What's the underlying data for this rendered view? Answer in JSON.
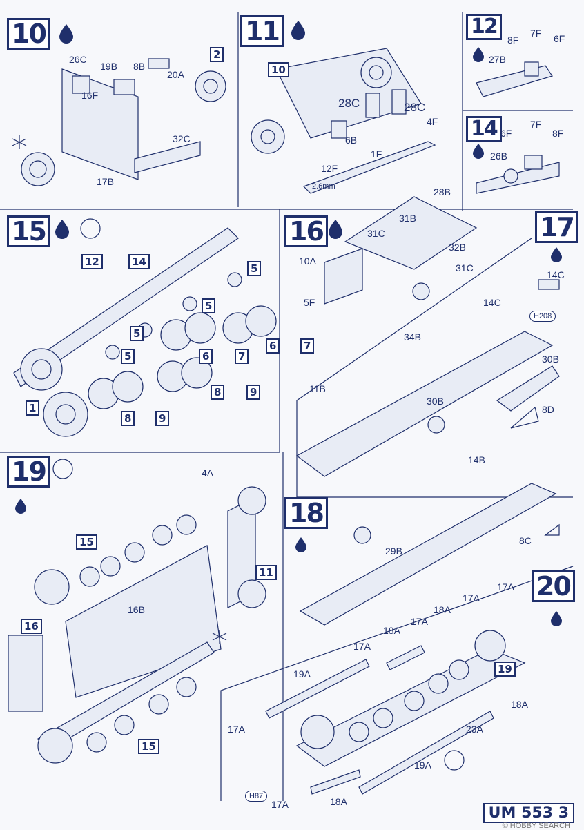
{
  "steps": [
    {
      "num": "10",
      "labels": [
        "26C",
        "19B",
        "8B",
        "20A",
        "16F",
        "32C",
        "17B"
      ],
      "refs": [
        "2"
      ]
    },
    {
      "num": "11",
      "labels": [
        "28C",
        "28C",
        "6B",
        "4F",
        "1F",
        "12F",
        "2.6mm"
      ],
      "refs": [
        "10"
      ]
    },
    {
      "num": "12",
      "labels": [
        "8F",
        "7F",
        "6F",
        "27B"
      ]
    },
    {
      "num": "14",
      "labels": [
        "6F",
        "7F",
        "8F",
        "26B"
      ]
    },
    {
      "num": "15",
      "labels": [],
      "refs": [
        "12",
        "14",
        "5",
        "5",
        "5",
        "5",
        "6",
        "7",
        "6",
        "7",
        "8",
        "9",
        "8",
        "9",
        "1"
      ]
    },
    {
      "num": "16",
      "labels": [
        "28B",
        "31B",
        "31C",
        "32B",
        "31C",
        "10A",
        "5F"
      ]
    },
    {
      "num": "17",
      "labels": [
        "14C",
        "14C",
        "34B",
        "30B",
        "30B",
        "11B",
        "8D"
      ],
      "badges": [
        "H208"
      ]
    },
    {
      "num": "18",
      "labels": [
        "14B",
        "29B",
        "8C"
      ]
    },
    {
      "num": "19",
      "labels": [
        "4A",
        "16B"
      ],
      "refs": [
        "15",
        "11",
        "16",
        "15"
      ]
    },
    {
      "num": "20",
      "labels": [
        "17A",
        "17A",
        "18A",
        "17A",
        "18A",
        "17A",
        "19A",
        "18A",
        "23A",
        "19A",
        "17A",
        "17A",
        "18A"
      ],
      "refs": [
        "19"
      ],
      "badges": [
        "H87"
      ]
    }
  ],
  "footer": {
    "code": "UM 553",
    "page": "3"
  },
  "watermark": "© HOBBY SEARCH",
  "icons": [
    "glue-drop-icon",
    "rotate-arrow-icon",
    "asterisk-icon"
  ]
}
